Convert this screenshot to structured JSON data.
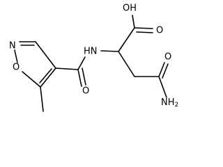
{
  "molecule": {
    "atoms": {
      "oh": "OH",
      "acid_o": "O",
      "nh": "HN",
      "amide_o": "O",
      "amide2_o": "O",
      "nh2": "NH",
      "nh2_sub": "2",
      "ring_n": "N",
      "ring_o": "O"
    },
    "colors": {
      "ink": "#000000",
      "background": "#ffffff"
    }
  }
}
